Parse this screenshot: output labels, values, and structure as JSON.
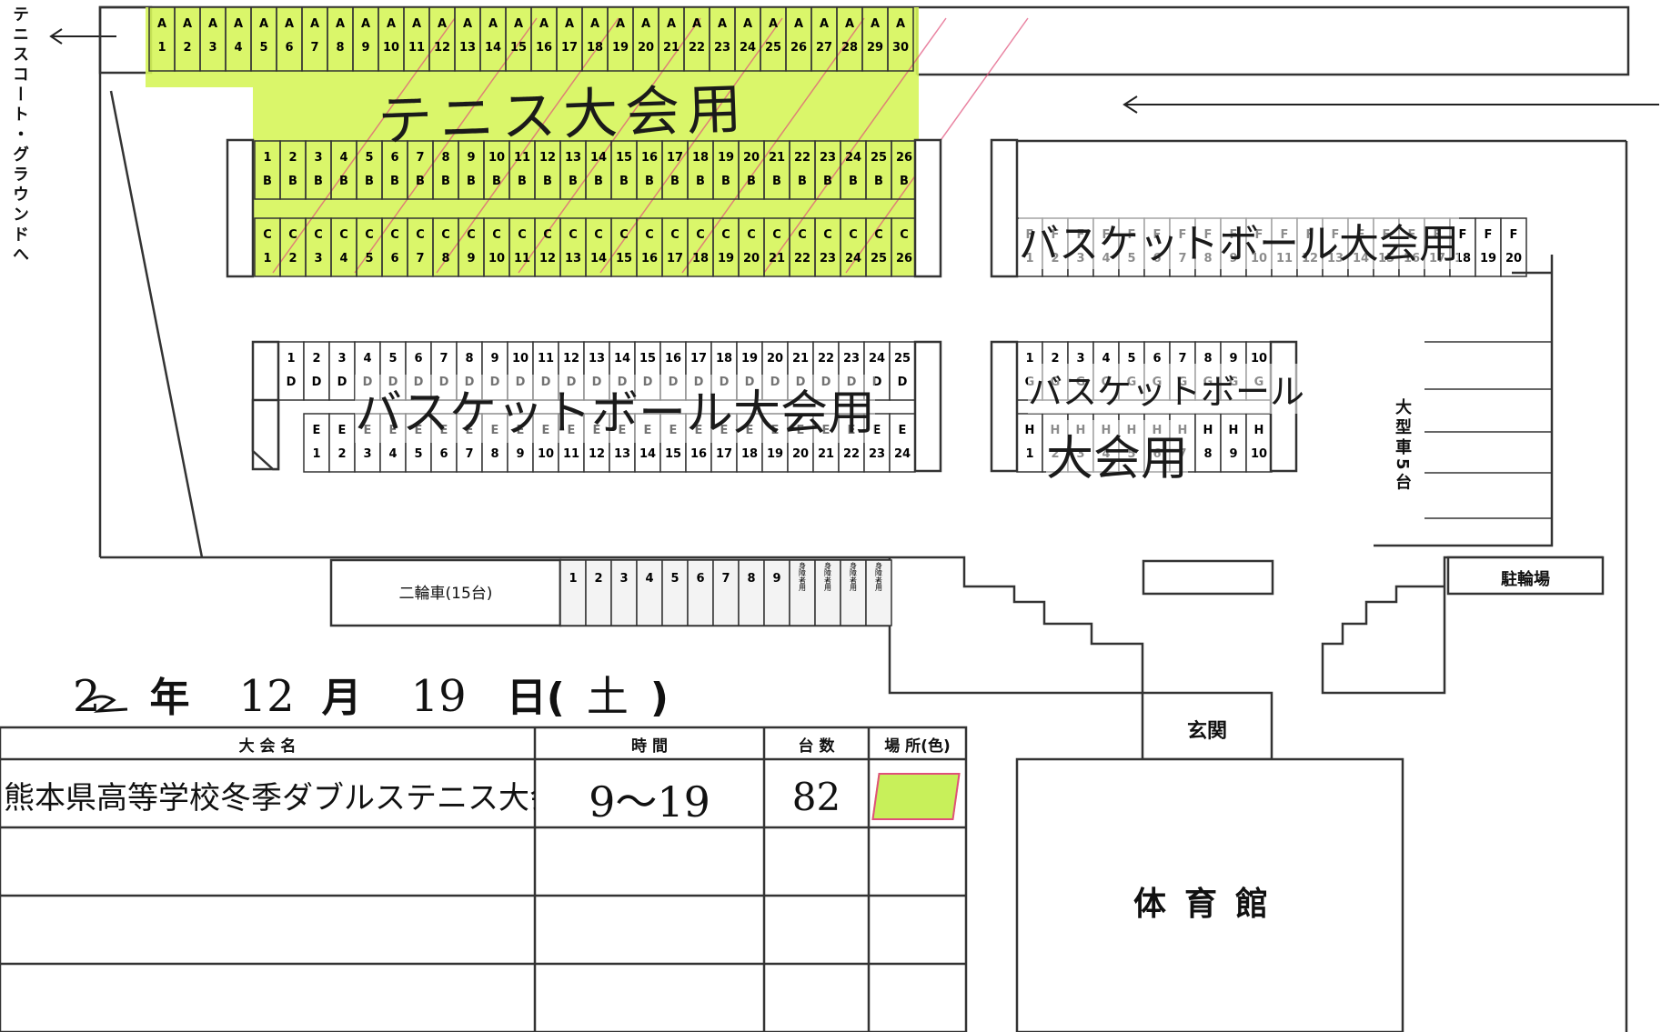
{
  "tennis_direction": "テニスコート・グラウンドへ",
  "notes": {
    "tennis": "テニス大会用",
    "basketball_f": "バスケットボール大会用",
    "basketball_de": "バスケットボール大会用",
    "basketball_gh_1": "バスケットボール",
    "basketball_gh_2": "大会用"
  },
  "rows": {
    "A": {
      "letter": "A",
      "count": 30,
      "highlight": true
    },
    "B": {
      "letter": "B",
      "count": 26,
      "highlight": true
    },
    "C": {
      "letter": "C",
      "count": 26,
      "highlight": true
    },
    "D": {
      "letter": "D",
      "count": 25,
      "highlight": false
    },
    "E": {
      "letter": "E",
      "count": 24,
      "highlight": false
    },
    "F": {
      "letter": "F",
      "count": 20,
      "highlight": false
    },
    "G": {
      "letter": "G",
      "count": 10,
      "highlight": false
    },
    "H": {
      "letter": "H",
      "count": 10,
      "highlight": false
    }
  },
  "motorcycle_label": "二輪車(15台)",
  "disabled_spots": {
    "numbers": [
      "1",
      "2",
      "3",
      "4",
      "5",
      "6",
      "7",
      "8",
      "9"
    ],
    "special_label": "身障者用",
    "special_count": 4
  },
  "large_vehicle_label": "大型車5台",
  "bicycle_parking_label": "駐輪場",
  "entrance_label": "玄関",
  "gym_label": "体育館",
  "date": {
    "year": "2",
    "year_unit": "年",
    "month": "12",
    "month_unit": "月",
    "day": "19",
    "day_unit": "日(",
    "weekday": "土",
    "close": ")"
  },
  "table": {
    "headers": [
      "大 会 名",
      "時 間",
      "台 数",
      "場 所(色)"
    ],
    "rows": [
      {
        "name": "熊本県高等学校冬季ダブルステニス大会",
        "time": "9～19",
        "count": "82",
        "color": "#c8f05a"
      },
      {
        "name": "",
        "time": "",
        "count": "",
        "color": ""
      },
      {
        "name": "",
        "time": "",
        "count": "",
        "color": ""
      },
      {
        "name": "",
        "time": "",
        "count": "",
        "color": ""
      }
    ]
  },
  "colors": {
    "highlight": "#d6f55a",
    "outline": "#222222",
    "handwriting": "#1a1a1a",
    "red_scribble": "#e0507a"
  }
}
